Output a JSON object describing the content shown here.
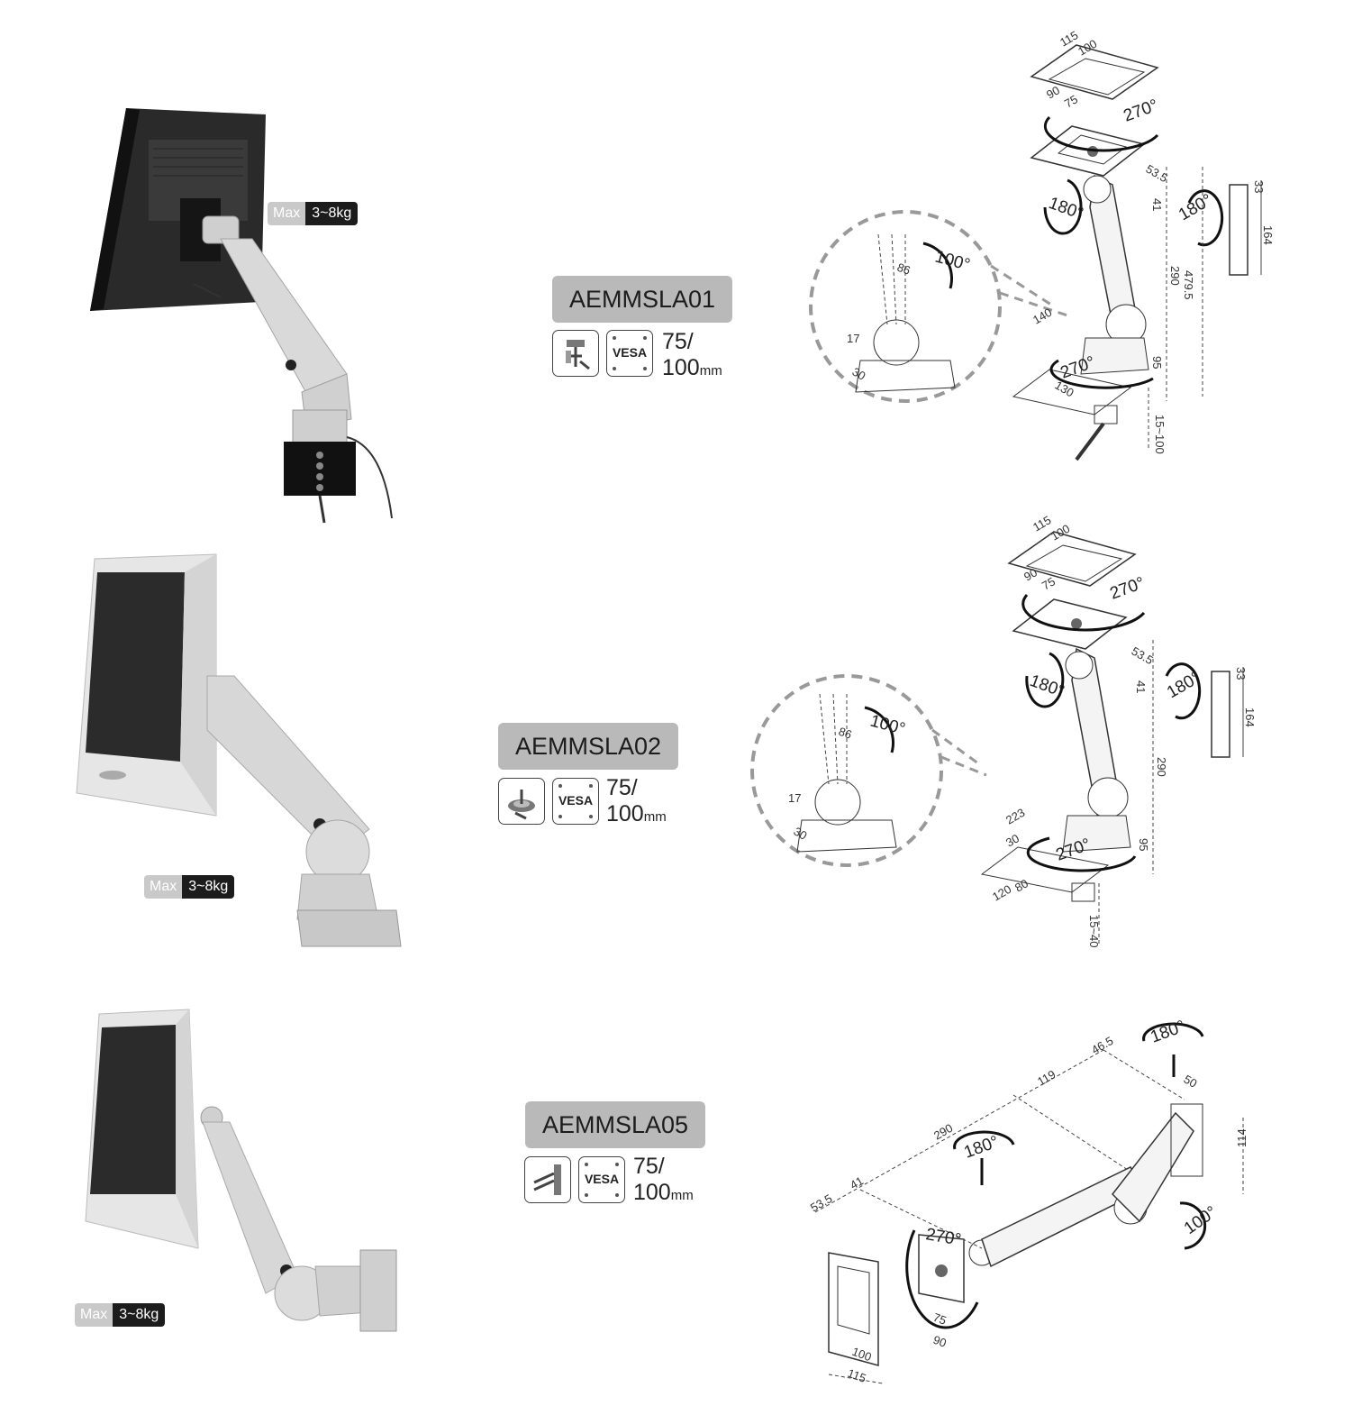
{
  "products": [
    {
      "model": "AEMMSLA01",
      "max_label": "Max",
      "load_range": "3~8kg",
      "mount_icon": "desk-clamp-icon",
      "vesa_label": "VESA",
      "vesa_sizes": "75/",
      "vesa_sizes_2": "100",
      "unit": "mm",
      "drawing": {
        "main_rotation": "270°",
        "tilt_rotation": "180°",
        "side_rotation": "180°",
        "detail_angle": "100°",
        "base_rotation": "270°",
        "dims": [
          "115",
          "100",
          "90",
          "75",
          "53.5",
          "41",
          "290",
          "479.5",
          "95",
          "140",
          "130",
          "15~100",
          "164",
          "86",
          "17",
          "33",
          "30"
        ]
      }
    },
    {
      "model": "AEMMSLA02",
      "max_label": "Max",
      "load_range": "3~8kg",
      "mount_icon": "grommet-mount-icon",
      "vesa_label": "VESA",
      "vesa_sizes": "75/",
      "vesa_sizes_2": "100",
      "unit": "mm",
      "drawing": {
        "main_rotation": "270°",
        "tilt_rotation": "180°",
        "side_rotation": "180°",
        "detail_angle": "100°",
        "base_rotation": "270°",
        "dims": [
          "115",
          "100",
          "90",
          "75",
          "53.5",
          "41",
          "290",
          "95",
          "223",
          "30",
          "80",
          "120",
          "15~40",
          "164",
          "86",
          "17",
          "33",
          "30"
        ]
      }
    },
    {
      "model": "AEMMSLA05",
      "max_label": "Max",
      "load_range": "3~8kg",
      "mount_icon": "wall-mount-icon",
      "vesa_label": "VESA",
      "vesa_sizes": "75/",
      "vesa_sizes_2": "100",
      "unit": "mm",
      "drawing": {
        "top_rotation": "180°",
        "mid_rotation": "180°",
        "side_rotation": "100°",
        "head_rotation": "270°",
        "dims": [
          "46.5",
          "119",
          "290",
          "41",
          "53.5",
          "50",
          "114",
          "75",
          "90",
          "100",
          "115"
        ]
      }
    }
  ]
}
